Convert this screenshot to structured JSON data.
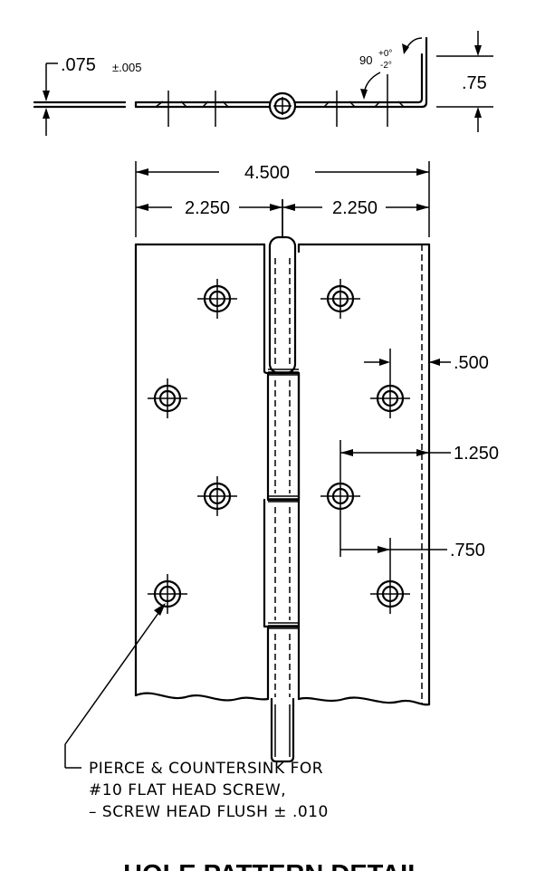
{
  "top_view": {
    "thickness": ".075",
    "thickness_tol": "±.005",
    "angle": "90",
    "angle_tol_plus": "+0°",
    "angle_tol_minus": "-2°",
    "height": ".75"
  },
  "dimensions": {
    "overall_width": "4.500",
    "half_left": "2.250",
    "half_right": "2.250",
    "edge_to_hole": ".500",
    "hole_offset": "1.250",
    "hole_spacing": ".750"
  },
  "note": {
    "line1": "PIERCE & COUNTERSINK FOR",
    "line2": "#10 FLAT HEAD SCREW,",
    "line3": "– SCREW HEAD FLUSH ± .010"
  },
  "title": "HOLE PATTERN DETAIL"
}
